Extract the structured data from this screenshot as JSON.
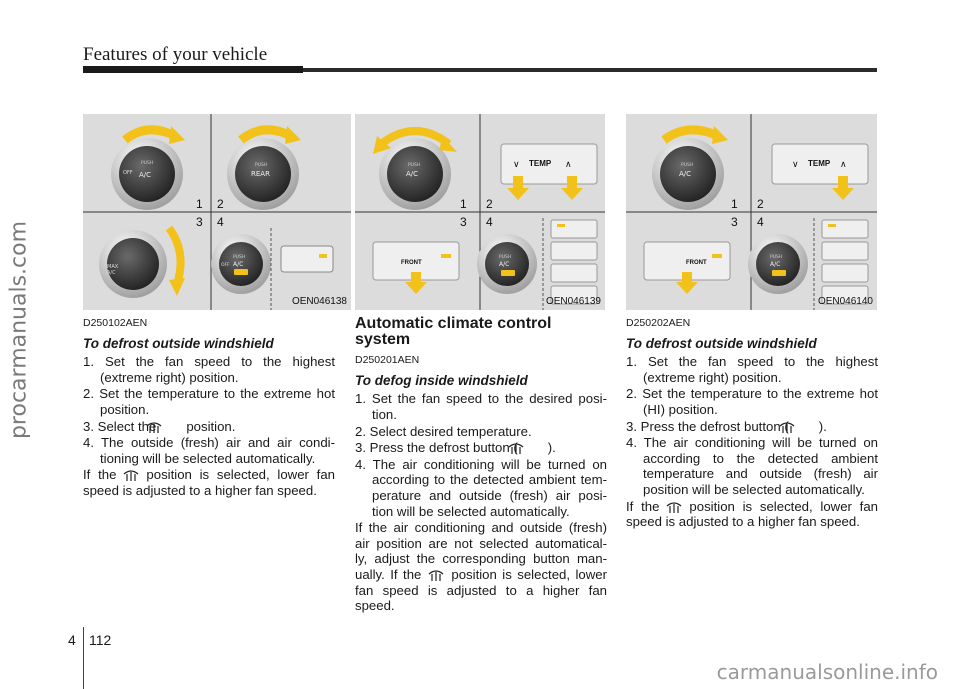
{
  "header": {
    "title": "Features of your vehicle"
  },
  "watermarks": {
    "left": "procarmanuals.com",
    "bottom": "carmanualsonline.info"
  },
  "figures": [
    {
      "code": "OEN046138",
      "labels": [
        "1",
        "2",
        "3",
        "4"
      ],
      "knob1": [
        "OFF",
        "A/C",
        "PUSH"
      ],
      "knob2": [
        "PUSH",
        "REAR"
      ],
      "knob3": [
        "MAX",
        "A/C"
      ],
      "knob4": [
        "PUSH",
        "A/C",
        "OFF"
      ]
    },
    {
      "code": "OEN046139",
      "labels": [
        "1",
        "2",
        "3",
        "4"
      ],
      "knob": [
        "PUSH",
        "A/C"
      ],
      "temp": "TEMP",
      "front": "FRONT",
      "knob4": [
        "PUSH",
        "A/C"
      ]
    },
    {
      "code": "OEN046140",
      "labels": [
        "1",
        "2",
        "3",
        "4"
      ],
      "knob": [
        "PUSH",
        "A/C"
      ],
      "temp": "TEMP",
      "front": "FRONT",
      "knob4": [
        "PUSH",
        "A/C"
      ]
    }
  ],
  "col1": {
    "code": "D250102AEN",
    "subtitle": "To defrost outside windshield",
    "step1": "1. Set the fan speed to the highest (extreme right) position.",
    "step2": "2. Set the temperature to the extreme hot position.",
    "step3a": "3. Select the",
    "step3b": "position.",
    "step4": "4. The outside (fresh) air and air condi- tioning will be selected automatically.",
    "para_a": "If the",
    "para_b": "position is selected, lower fan speed is adjusted to a higher fan speed."
  },
  "col2": {
    "heading": "Automatic climate control system",
    "code": "D250201AEN",
    "subtitle": "To defog inside windshield",
    "step1": "1. Set the fan speed to the desired posi- tion.",
    "step2": "2. Select desired temperature.",
    "step3a": "3. Press the defrost button (",
    "step3b": ").",
    "step4": "4. The air conditioning will be turned on according to the detected ambient tem- perature and outside (fresh) air posi- tion will be selected automatically.",
    "para_a": "If the air conditioning and outside (fresh) air position are not selected automatical- ly, adjust the corresponding button man- ually. If the",
    "para_b": "position is selected, lower fan speed is adjusted to a higher fan speed."
  },
  "col3": {
    "code": "D250202AEN",
    "subtitle": "To defrost outside windshield",
    "step1": "1. Set the fan speed to the highest (extreme right) position.",
    "step2": "2. Set the temperature to the extreme hot (HI) position.",
    "step3a": "3. Press the defrost button (",
    "step3b": ").",
    "step4": "4. The air conditioning will be turned on according to the detected ambient temperature and outside (fresh) air position will be selected automatically.",
    "para_a": "If the",
    "para_b": "position is selected, lower fan speed is adjusted to a higher fan speed."
  },
  "footer": {
    "chapter": "4",
    "page": "112"
  },
  "colors": {
    "figure_bg": "#dcdcdc",
    "arrow": "#f2c21b",
    "knob": "#3a3a3a"
  }
}
